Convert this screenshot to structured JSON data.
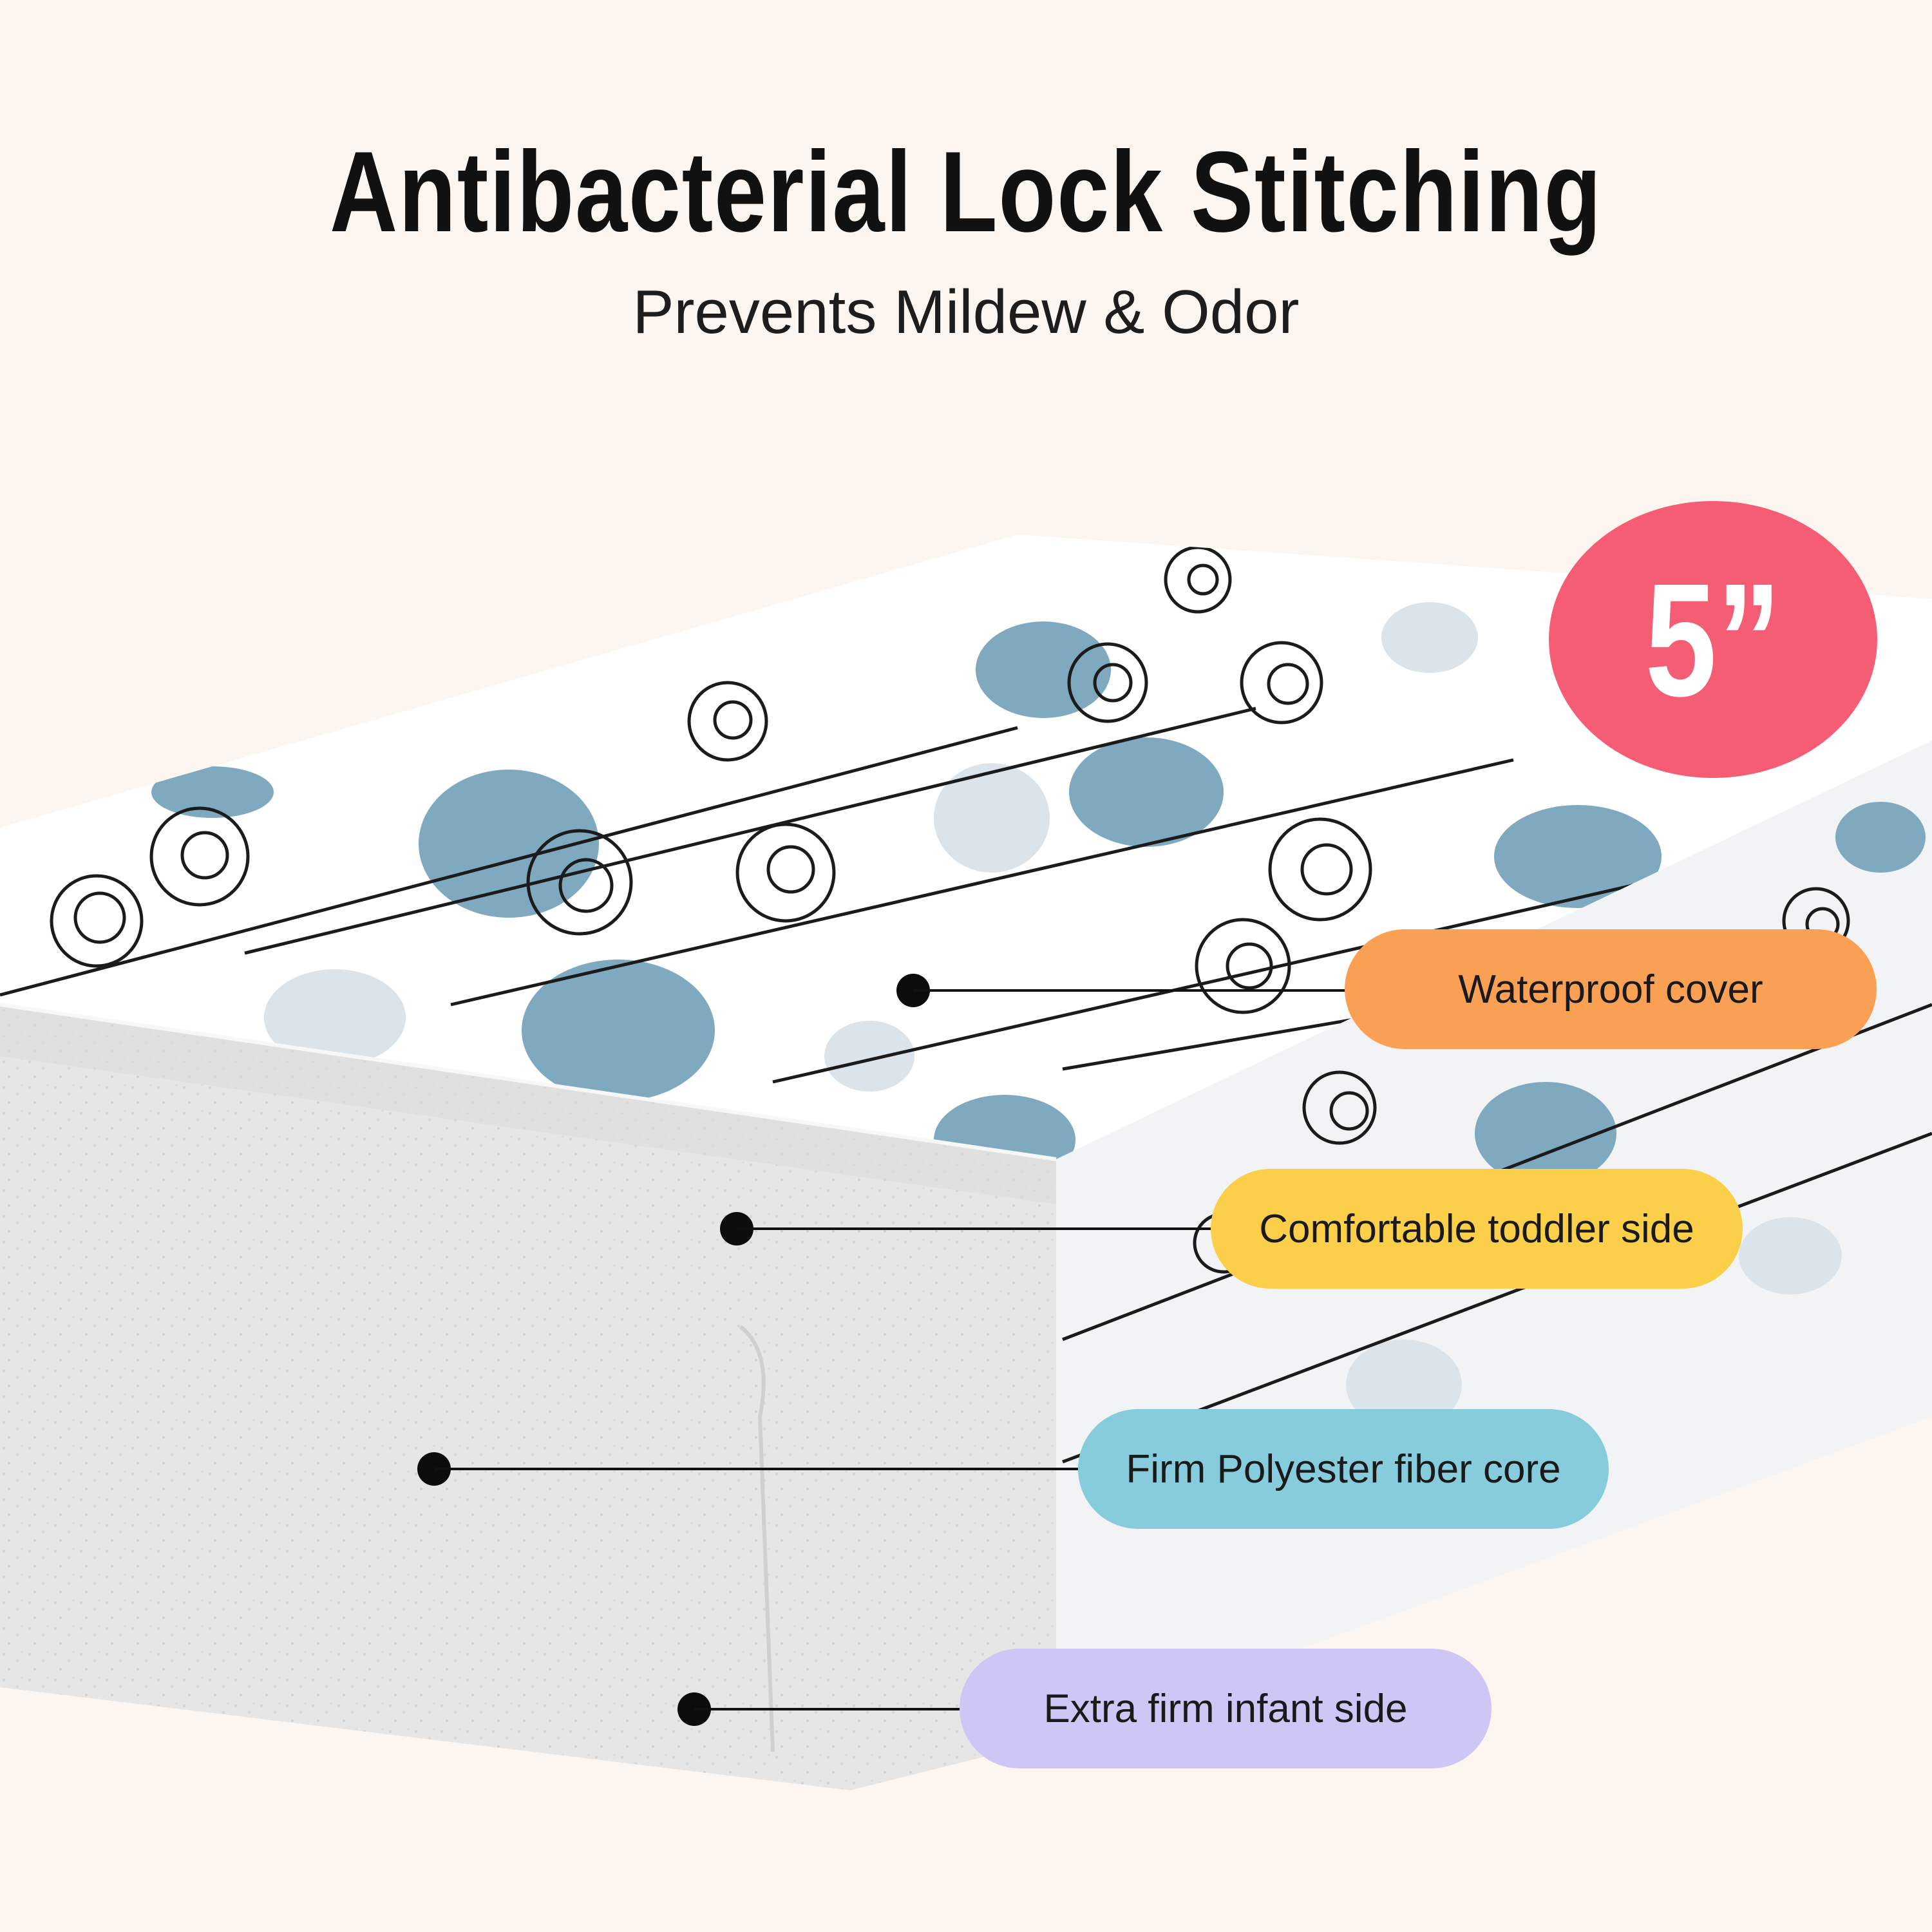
{
  "header": {
    "title": "Antibacterial Lock Stitching",
    "subtitle": "Prevents Mildew & Odor"
  },
  "badge": {
    "label": "5”",
    "color": "#f45d74"
  },
  "callouts": [
    {
      "label": "Waterproof cover",
      "color": "#f9a055"
    },
    {
      "label": "Comfortable toddler side",
      "color": "#fbcf4a"
    },
    {
      "label": "Firm Polyester fiber core",
      "color": "#86ccdc"
    },
    {
      "label": "Extra firm infant side",
      "color": "#cec7f5"
    }
  ],
  "illustration": {
    "product": "crib-mattress",
    "pattern_colors": {
      "blue": "#7fa9bf",
      "pale": "#dbe4ea",
      "line": "#1b1b1b"
    },
    "foam_color": "#e9e9e9"
  }
}
